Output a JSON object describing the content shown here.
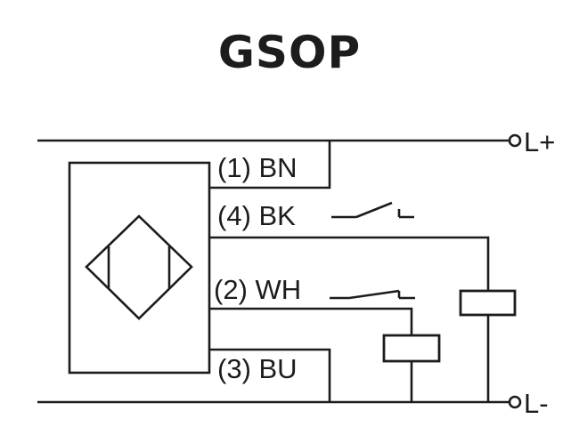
{
  "title": "GSOP",
  "wires": {
    "brown": "(1) BN",
    "black": "(4) BK",
    "white": "(2) WH",
    "blue": "(3) BU"
  },
  "terminals": {
    "positive": "L+",
    "negative": "L-"
  }
}
